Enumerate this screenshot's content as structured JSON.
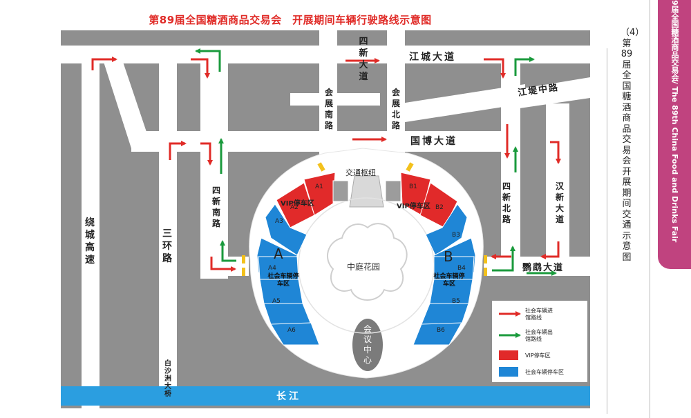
{
  "title": "第89届全国糖酒商品交易会　开展期间车辆行驶路线示意图",
  "caption": "（4）第89届全国糖酒商品交易会 开展期间交通示意图",
  "side_tab": "9届全国糖酒商品交易会/ The 89th China Food and Drinks Fair",
  "colors": {
    "in_arrow": "#e02b27",
    "out_arrow": "#1a9a3c",
    "vip": "#e12a2a",
    "public_parking": "#1f86d6",
    "river": "#2b9ee0"
  },
  "roads": {
    "sixin_north_top": "四新大道",
    "jiangcheng": "江城大道",
    "jiangdi_middle": "江堤中路",
    "huizhan_south": "会展南路",
    "huizhan_north": "会展北路",
    "guobo": "国博大道",
    "raocheng": "绕城高速",
    "sanhuan": "三环路",
    "sixin_south": "四新南路",
    "sixin_north": "四新北路",
    "hanxin": "汉新大道",
    "yingwu": "鹦鹉大道",
    "baishazhou": "白沙洲大桥",
    "river": "长江"
  },
  "venue": {
    "transport_hub": "交通枢纽",
    "garden": "中庭花园",
    "conference": "会议中心",
    "hall_a": "A",
    "hall_b": "B",
    "vip_label": "VIP停车区",
    "public_label": "社会车辆停车区",
    "halls_a": [
      "A1",
      "A2",
      "A3",
      "A4",
      "A5",
      "A6"
    ],
    "halls_b": [
      "B1",
      "B2",
      "B3",
      "B4",
      "B5",
      "B6"
    ]
  },
  "legend": {
    "in_route": "社会车辆进馆路线",
    "out_route": "社会车辆出馆路线",
    "vip": "VIP停车区",
    "public": "社会车辆停车区"
  }
}
